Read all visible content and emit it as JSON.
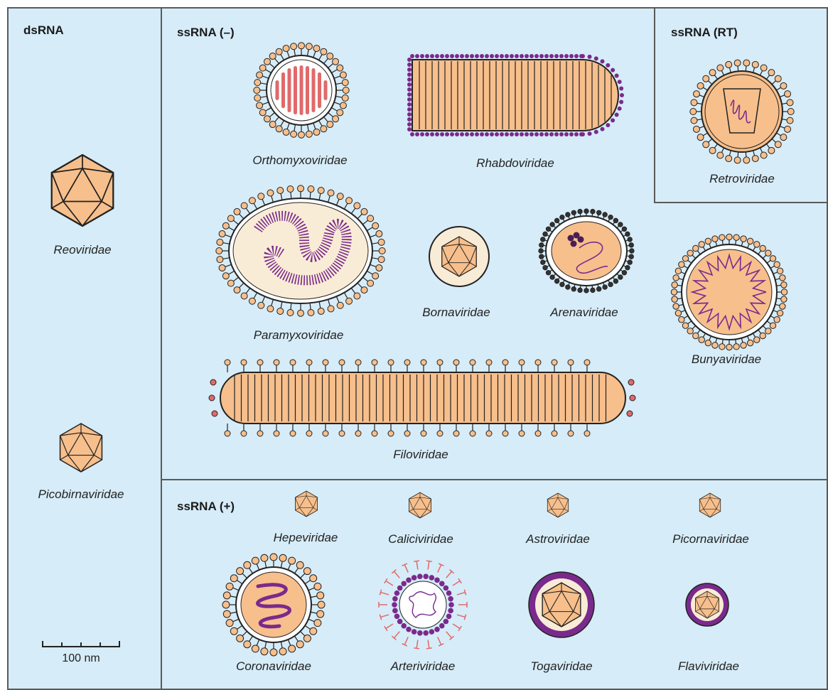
{
  "panels": {
    "dsrna": {
      "title": "dsRNA"
    },
    "ssrna_neg": {
      "title": "ssRNA (–)"
    },
    "ssrna_rt": {
      "title": "ssRNA (RT)"
    },
    "ssrna_pos": {
      "title": "ssRNA (+)"
    }
  },
  "families": {
    "reoviridae": "Reoviridae",
    "picobirnaviridae": "Picobirnaviridae",
    "orthomyxoviridae": "Orthomyxoviridae",
    "rhabdoviridae": "Rhabdoviridae",
    "retroviridae": "Retroviridae",
    "paramyxoviridae": "Paramyxoviridae",
    "bornaviridae": "Bornaviridae",
    "arenaviridae": "Arenaviridae",
    "bunyaviridae": "Bunyaviridae",
    "filoviridae": "Filoviridae",
    "hepeviridae": "Hepeviridae",
    "caliciviridae": "Caliciviridae",
    "astroviridae": "Astroviridae",
    "picornaviridae": "Picornaviridae",
    "coronaviridae": "Coronaviridae",
    "arteriviridae": "Arteriviridae",
    "togaviridae": "Togaviridae",
    "flaviviridae": "Flaviviridae"
  },
  "scale_bar": {
    "label": "100 nm"
  },
  "colors": {
    "panel_bg": "#d6ecf8",
    "capsid_fill": "#f7bf8c",
    "envelope_light": "#f9ecd6",
    "rna_purple": "#7a2a8c",
    "rna_red": "#e06a6a",
    "outline": "#222222"
  }
}
